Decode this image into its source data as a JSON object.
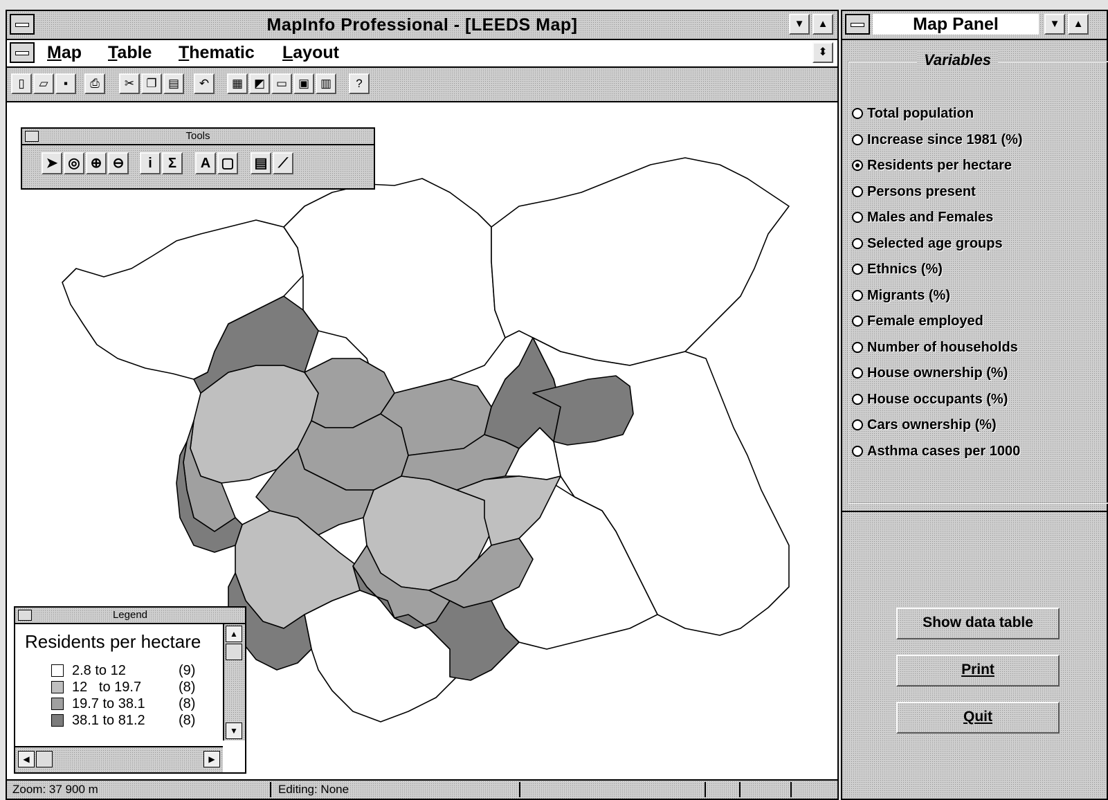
{
  "window": {
    "title": "MapInfo Professional - [LEEDS Map]",
    "restore_symbol": "⬍"
  },
  "menu": [
    {
      "label": "Map",
      "mnemonic": "M"
    },
    {
      "label": "Table",
      "mnemonic": "T"
    },
    {
      "label": "Thematic",
      "mnemonic": "T"
    },
    {
      "label": "Layout",
      "mnemonic": "L"
    }
  ],
  "toolbar": {
    "buttons": [
      "new-icon",
      "open-icon",
      "save-icon",
      "print-icon",
      "cut-icon",
      "copy-icon",
      "paste-icon",
      "undo-icon",
      "new-browser-icon",
      "new-mapper-icon",
      "new-grapher-icon",
      "new-layout-icon",
      "new-redistrict-icon",
      "help-icon"
    ]
  },
  "tools_window": {
    "title": "Tools",
    "tools": [
      "select-arrow-icon",
      "radius-select-icon",
      "zoom-in-icon",
      "zoom-out-icon",
      "info-icon",
      "sum-icon",
      "label-icon",
      "layer-control-icon",
      "legend-icon",
      "ruler-icon"
    ]
  },
  "legend": {
    "window_title": "Legend",
    "title": "Residents per hectare",
    "items": [
      {
        "range": "2.8 to 12",
        "count": "(9)",
        "color": "#ffffff"
      },
      {
        "range": "12   to 19.7",
        "count": "(8)",
        "color": "#bfbfbf"
      },
      {
        "range": "19.7 to 38.1",
        "count": "(8)",
        "color": "#a0a0a0"
      },
      {
        "range": "38.1 to 81.2",
        "count": "(8)",
        "color": "#7c7c7c"
      }
    ]
  },
  "status": {
    "zoom": "Zoom: 37 900 m",
    "editing": "Editing: None"
  },
  "panel": {
    "title": "Map Panel",
    "group_label": "Variables",
    "variables": [
      {
        "label": "Total population",
        "selected": false
      },
      {
        "label": "Increase since 1981 (%)",
        "selected": false
      },
      {
        "label": "Residents per hectare",
        "selected": true
      },
      {
        "label": "Persons present",
        "selected": false
      },
      {
        "label": "Males and Females",
        "selected": false
      },
      {
        "label": "Selected age groups",
        "selected": false
      },
      {
        "label": "Ethnics (%)",
        "selected": false
      },
      {
        "label": "Migrants (%)",
        "selected": false
      },
      {
        "label": "Female employed",
        "selected": false
      },
      {
        "label": "Number of households",
        "selected": false
      },
      {
        "label": "House ownership (%)",
        "selected": false
      },
      {
        "label": "House occupants (%)",
        "selected": false
      },
      {
        "label": "Cars ownership (%)",
        "selected": false
      },
      {
        "label": "Asthma cases per 1000",
        "selected": false
      }
    ],
    "buttons": {
      "show_table": "Show data table",
      "print": "Print",
      "quit": "Quit"
    }
  },
  "map": {
    "region_classes": {
      "low": "#ffffff",
      "mid_low": "#bfbfbf",
      "mid_high": "#a0a0a0",
      "high": "#7c7c7c"
    }
  }
}
